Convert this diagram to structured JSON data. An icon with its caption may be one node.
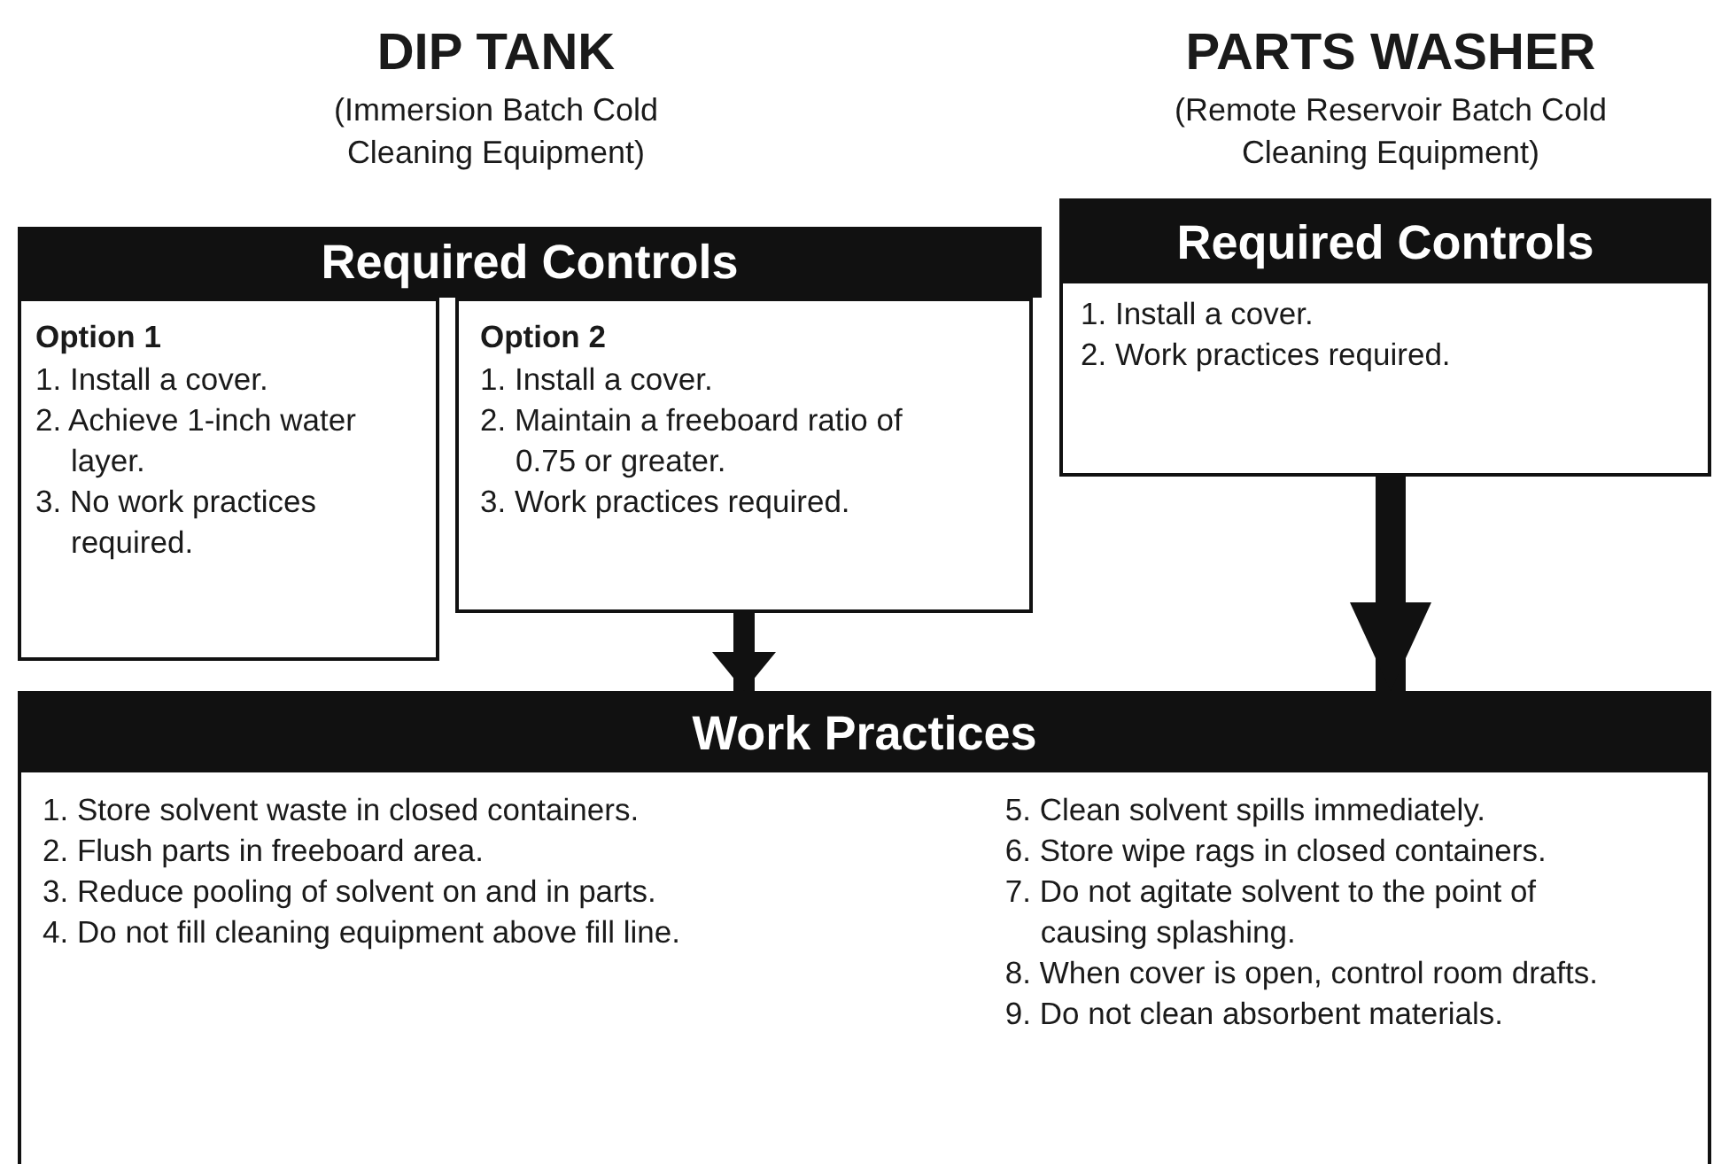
{
  "diagram": {
    "nodes": [
      {
        "text": [
          "Required Controls"
        ]
      },
      {
        "text": [
          "Option 1",
          "1. Install a cover.",
          "2. Achieve 1-inch water layer.",
          "3. No work practices required."
        ]
      },
      {
        "text": [
          "Option 2",
          "1. Install a cover.",
          "2. Maintain a freeboard ratio of 0.75 or greater.",
          "3. Work practices required."
        ]
      },
      {
        "text": [
          "Required Controls",
          "1. Install a cover.",
          "2. Work practices required."
        ]
      },
      {
        "text": [
          "Work Practices",
          "1. Store solvent waste in closed containers.",
          "2. Flush parts in freeboard area.",
          "3. Reduce pooling of solvent on and in parts.",
          "4. Do not fill cleaning equipment above fill line.",
          "5. Clean solvent spills immediately.",
          "6. Store wipe rags in closed containers.",
          "7. Do not agitate solvent to the point of causing splashing.",
          "8. When cover is open, control room drafts.",
          "9. Do not clean absorbent materials."
        ]
      }
    ],
    "edges": [
      {
        "from": 2,
        "to": 4,
        "arrow": "to"
      },
      {
        "from": 3,
        "to": 4,
        "arrow": "to"
      }
    ],
    "labels": [
      "DIP TANK",
      "(Immersion Batch Cold Cleaning Equipment)",
      "PARTS WASHER",
      "(Remote Reservoir Batch Cold Cleaning Equipment)"
    ]
  }
}
